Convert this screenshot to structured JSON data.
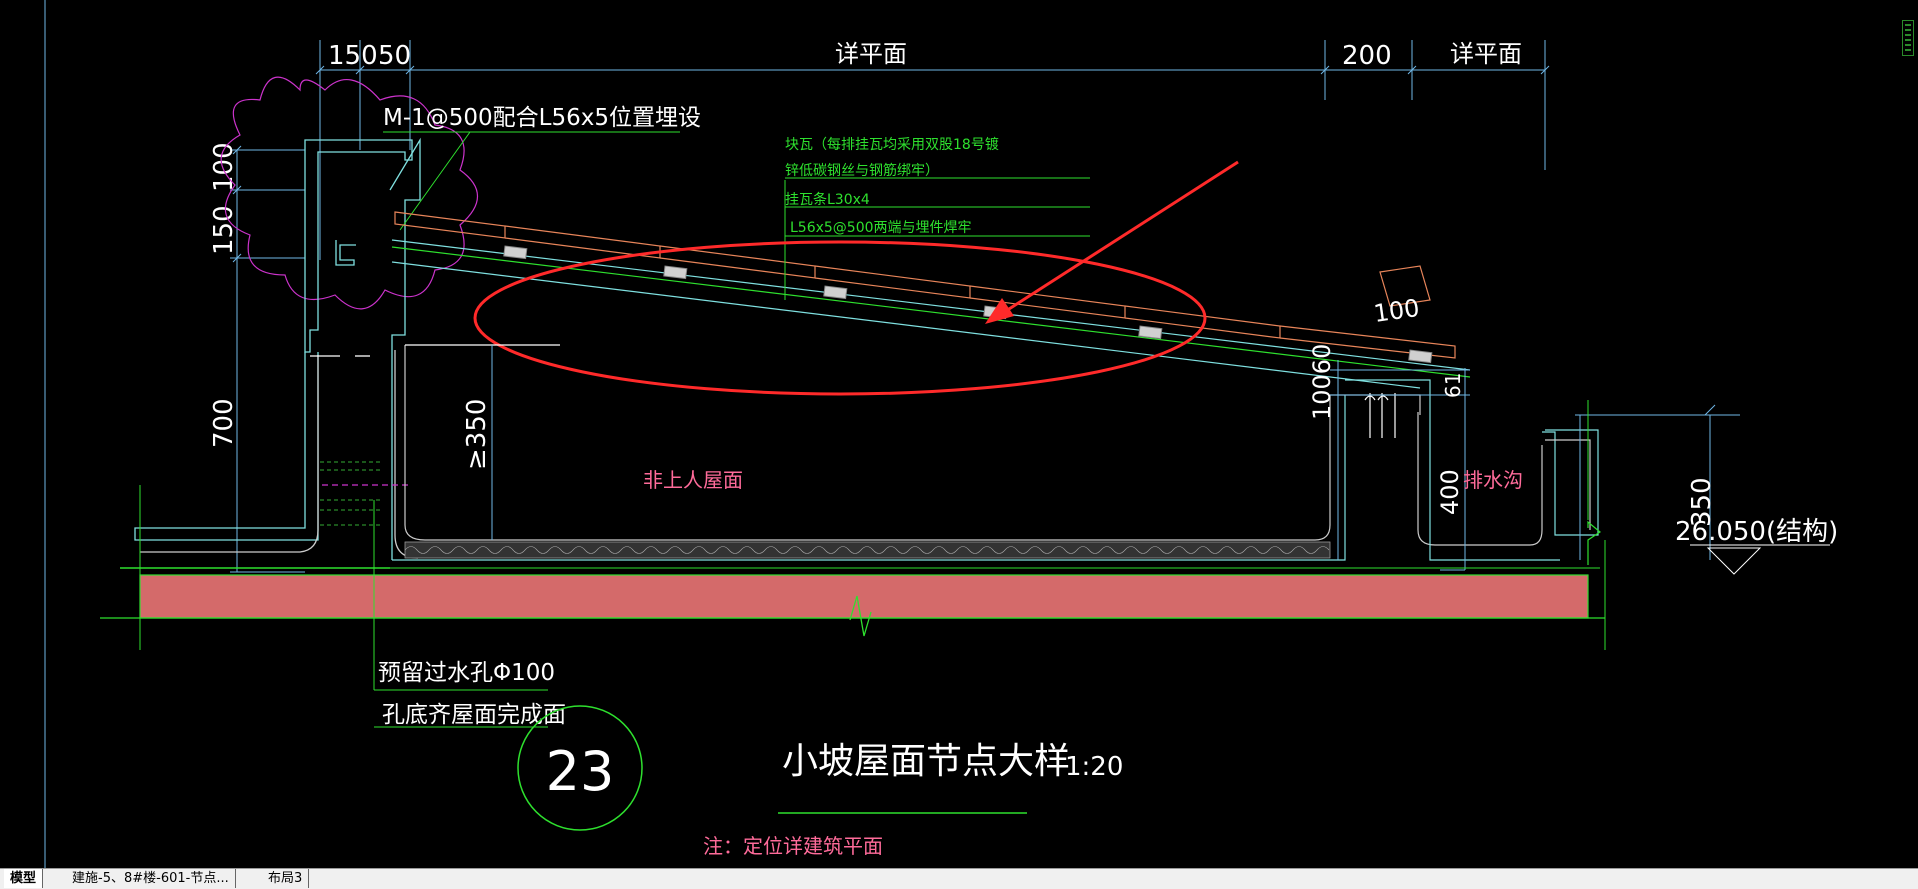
{
  "drawing": {
    "dims": {
      "top_150": "150",
      "top_50": "50",
      "top_detail_left": "详平面",
      "top_200": "200",
      "top_detail_right": "详平面",
      "left_100": "100",
      "left_150": "150",
      "left_700": "700",
      "inner_350": "≥350",
      "right_100_60": "10060",
      "right_61": "61",
      "right_400": "400",
      "ridge_100": "100",
      "far_350": "350"
    },
    "labels": {
      "anchor_note": "M-1@500配合L56x5位置埋设",
      "tile_note_1": "块瓦（每排挂瓦均采用双股18号镀",
      "tile_note_2": "锌低碳钢丝与钢筋绑牢）",
      "tile_note_3": "挂瓦条L30x4",
      "tile_note_4": "L56x5@500两端与埋件焊牢",
      "non_access_roof": "非上人屋面",
      "gutter": "排水沟",
      "elevation": "26.050(结构)",
      "drain_hole": "预留过水孔Φ100",
      "hole_bottom": "孔底齐屋面完成面",
      "detail_number": "23",
      "title": "小坡屋面节点大样",
      "scale": "1:20",
      "note": "注：定位详建筑平面"
    }
  },
  "tabs": [
    {
      "label": "模型"
    },
    {
      "label": "建施-5、8#楼-601-节点..."
    },
    {
      "label": "布局3"
    }
  ],
  "colors": {
    "background": "#000000",
    "dimension": "#6fb7e6",
    "annotation_green": "#00ff00",
    "tile": "#e8855a",
    "slab": "#d46a6a",
    "magenta": "#cc33cc",
    "markup_red": "#ff2a2a",
    "label_pink": "#ff6b9a",
    "white_text": "#ffffff",
    "cyan": "#7fe0e0"
  }
}
